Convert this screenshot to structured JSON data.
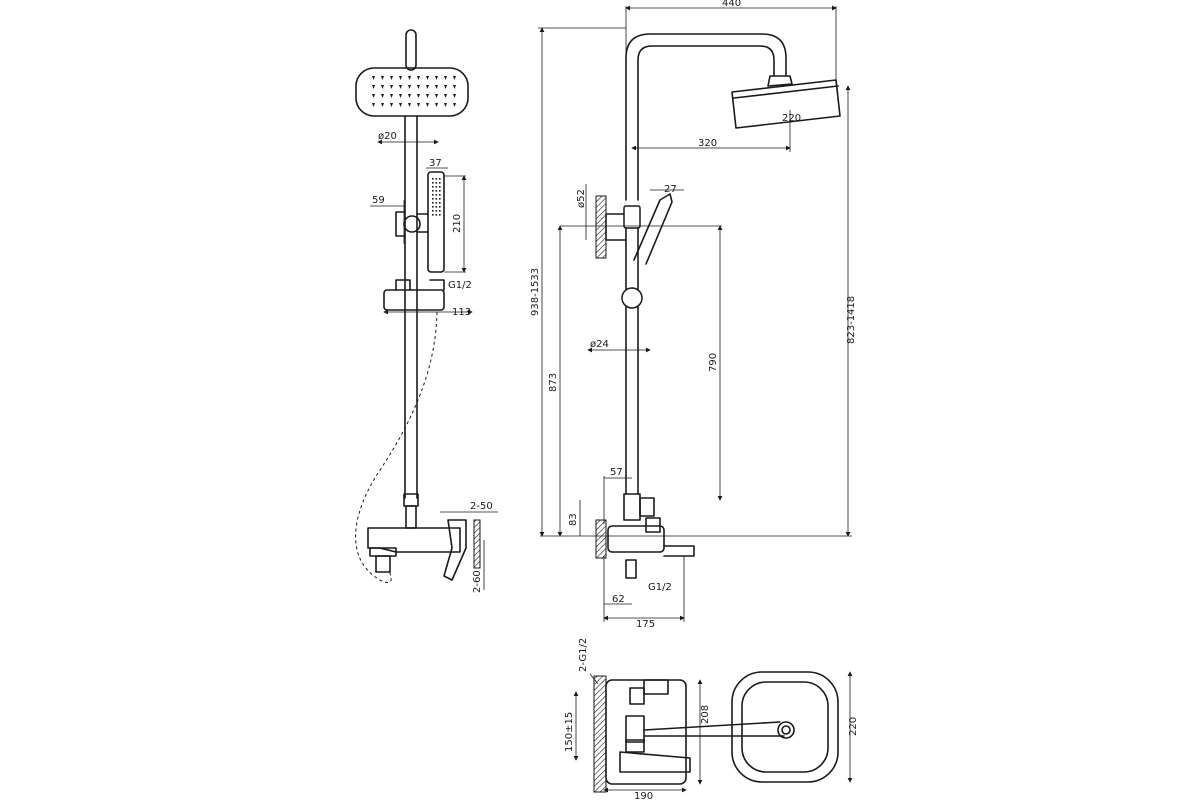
{
  "diagram": {
    "colors": {
      "line": "#1a1a1a",
      "background": "#ffffff"
    },
    "side_view": {
      "pipe_diameter": "ø20",
      "handshower_width": "37",
      "holder_offset": "59",
      "handshower_length": "210",
      "hose_thread": "G1/2",
      "slider_depth": "113",
      "outlet_range_top": "2-50",
      "outlet_range_bottom": "2-60"
    },
    "front_view": {
      "overall_width": "440",
      "arm_reach": "320",
      "head_size": "220",
      "hand_shower_width": "27",
      "wall_bracket_diameter": "ø52",
      "height_range": "938-1533",
      "head_height_range": "823-1418",
      "rail_height": "873",
      "slide_travel": "790",
      "rail_diameter": "ø24",
      "diverter_width": "57",
      "mixer_offset": "83",
      "inlet_thread": "G1/2",
      "spout_offset": "62",
      "mixer_depth": "175"
    },
    "top_view": {
      "inlet_threads": "2-G1/2",
      "centre_distance": "150±15",
      "body_height": "208",
      "body_depth": "190",
      "head_width": "220"
    }
  }
}
